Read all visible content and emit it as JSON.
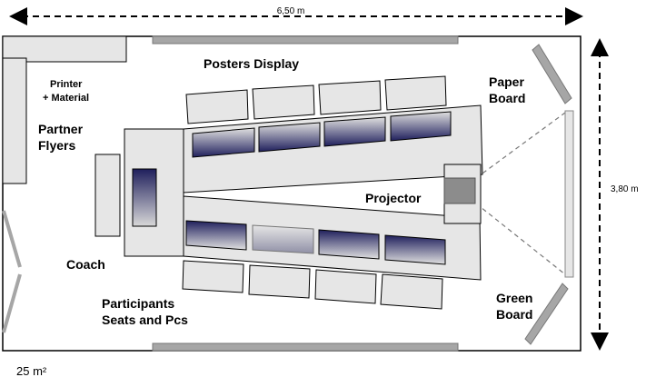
{
  "dimensions": {
    "width_label": "6,50 m",
    "height_label": "3,80 m",
    "area_label": "25 m²"
  },
  "labels": {
    "posters_display": "Posters Display",
    "printer_line1": "Printer",
    "printer_line2": "+ Material",
    "partner_line1": "Partner",
    "partner_line2": "Flyers",
    "paper_line1": "Paper",
    "paper_line2": "Board",
    "projector": "Projector",
    "coach": "Coach",
    "participants_line1": "Participants",
    "participants_line2": "Seats and Pcs",
    "green_line1": "Green",
    "green_line2": "Board"
  },
  "colors": {
    "furniture_fill": "#e6e6e6",
    "wall_grey": "#a6a6a6",
    "monitor_dark": "#1f1f5c",
    "monitor_light": "#e0e0e0",
    "outline": "#000000"
  }
}
